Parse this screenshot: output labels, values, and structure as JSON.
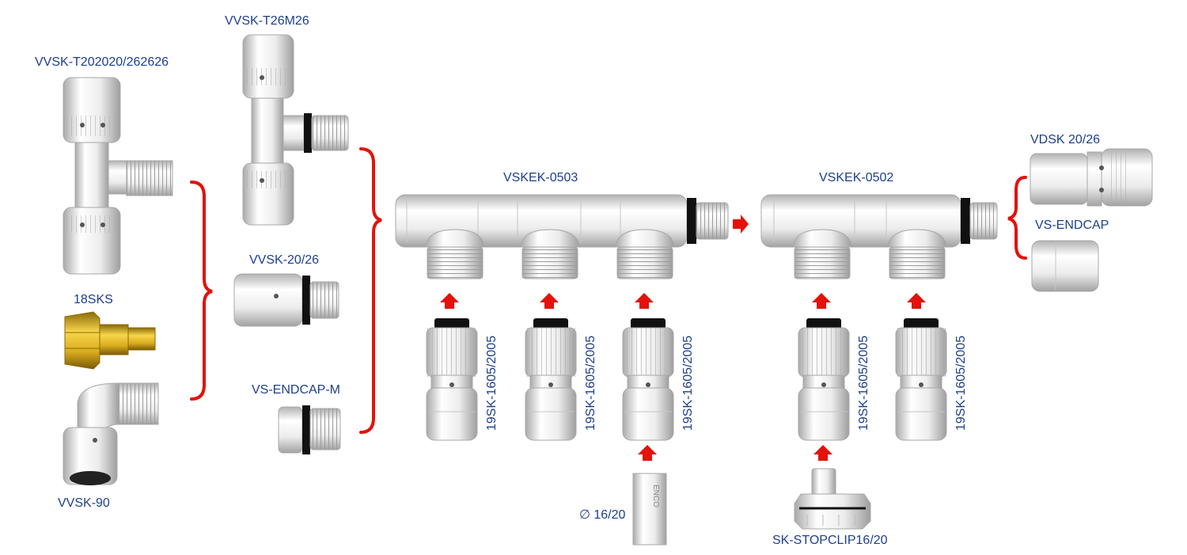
{
  "labels": {
    "tee_main": "VVSK-T202020/262626",
    "tee_male": "VVSK-T26M26",
    "adapter_20_26": "VVSK-20/26",
    "brass": "18SKS",
    "endcap_m": "VS-ENDCAP-M",
    "elbow": "VVSK-90",
    "manifold_3": "VSKEK-0503",
    "manifold_2": "VSKEK-0502",
    "vdsk": "VDSK 20/26",
    "endcap": "VS-ENDCAP",
    "pipe": "∅ 16/20",
    "stopclip": "SK-STOPCLIP16/20",
    "pipe_print": "ENCO"
  },
  "outlets": [
    {
      "label": "19SK-1605/2005"
    },
    {
      "label": "19SK-1605/2005"
    },
    {
      "label": "19SK-1605/2005"
    },
    {
      "label": "19SK-1605/2005"
    },
    {
      "label": "19SK-1605/2005"
    }
  ],
  "colors": {
    "label": "#1c3f8f",
    "accent_red": "#e3120b",
    "plastic_light": "#f2f2f2",
    "plastic_shade": "#bcbcbc",
    "brass": "#d9ac1e",
    "seal": "#111111"
  }
}
